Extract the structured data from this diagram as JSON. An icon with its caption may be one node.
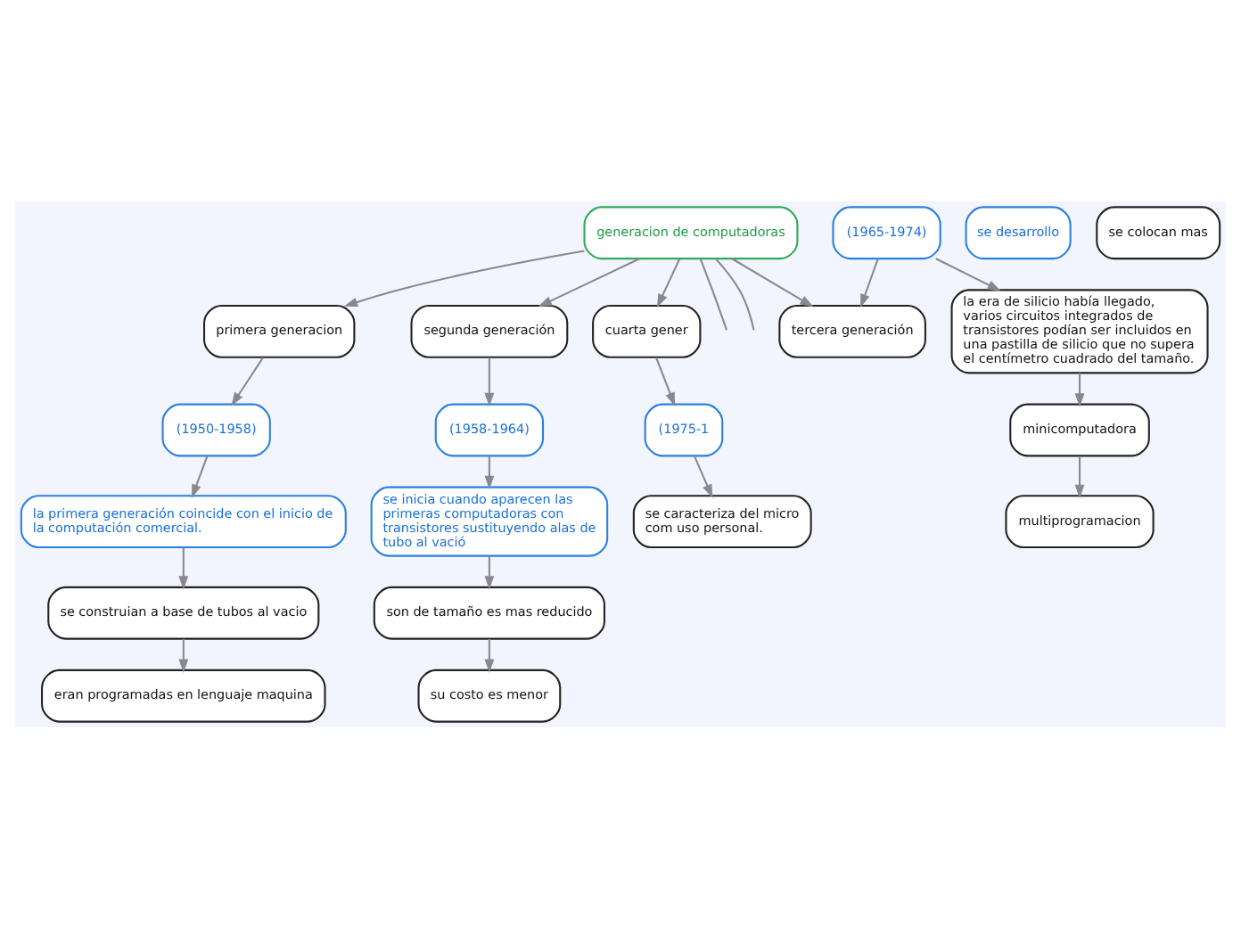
{
  "diagram": {
    "nodes": [
      {
        "text": [
          "generacion de computadoras"
        ]
      },
      {
        "text": [
          "primera generacion"
        ]
      },
      {
        "text": [
          "(1950-1958)"
        ]
      },
      {
        "text": [
          "la primera generación coincide con el inicio de la computación comercial."
        ]
      },
      {
        "text": [
          "se construian a base de tubos al vacio"
        ]
      },
      {
        "text": [
          "eran programadas en lenguaje maquina"
        ]
      },
      {
        "text": [
          "segunda generación"
        ]
      },
      {
        "text": [
          "(1958-1964)"
        ]
      },
      {
        "text": [
          "se inicia cuando aparecen las primeras computadoras con transistores sustituyendo alas de tubo al vació"
        ]
      },
      {
        "text": [
          "son de tamaño es mas reducido"
        ]
      },
      {
        "text": [
          "su costo es menor"
        ]
      },
      {
        "text": [
          "tercera generación"
        ]
      },
      {
        "text": [
          "(1965-1974)"
        ]
      },
      {
        "text": [
          "la era de silicio había llegado, varios circuitos integrados de transistores podían ser incluidos en una pastilla de silicio que no supera el centímetro cuadrado del tamaño."
        ]
      },
      {
        "text": [
          "minicomputadora"
        ]
      },
      {
        "text": [
          "multiprogramacion"
        ]
      },
      {
        "text": [
          "cuarta gener"
        ]
      },
      {
        "text": [
          "(1975-1"
        ]
      },
      {
        "text": [
          "se caracteriza del micro com uso personal."
        ]
      },
      {
        "text": [
          "se desarrollo"
        ]
      },
      {
        "text": [
          "se colocan mas"
        ]
      }
    ],
    "edges": [
      {
        "from": 0,
        "to": 1,
        "arrow": "to"
      },
      {
        "from": 0,
        "to": 6,
        "arrow": "to"
      },
      {
        "from": 0,
        "to": 11,
        "arrow": "to"
      },
      {
        "from": 0,
        "to": 16,
        "arrow": "to"
      },
      {
        "from": 0,
        "to": null,
        "arrow": "none"
      },
      {
        "from": 0,
        "to": null,
        "arrow": "none"
      },
      {
        "from": 1,
        "to": 2,
        "arrow": "to"
      },
      {
        "from": 2,
        "to": 3,
        "arrow": "to"
      },
      {
        "from": 3,
        "to": 4,
        "arrow": "to"
      },
      {
        "from": 4,
        "to": 5,
        "arrow": "to"
      },
      {
        "from": 6,
        "to": 7,
        "arrow": "to"
      },
      {
        "from": 7,
        "to": 8,
        "arrow": "to"
      },
      {
        "from": 8,
        "to": 9,
        "arrow": "to"
      },
      {
        "from": 9,
        "to": 10,
        "arrow": "to"
      },
      {
        "from": 12,
        "to": 11,
        "arrow": "to"
      },
      {
        "from": 12,
        "to": 13,
        "arrow": "to"
      },
      {
        "from": 13,
        "to": 14,
        "arrow": "to"
      },
      {
        "from": 14,
        "to": 15,
        "arrow": "to"
      },
      {
        "from": 16,
        "to": 17,
        "arrow": "to"
      },
      {
        "from": 17,
        "to": 18,
        "arrow": "to"
      }
    ]
  }
}
